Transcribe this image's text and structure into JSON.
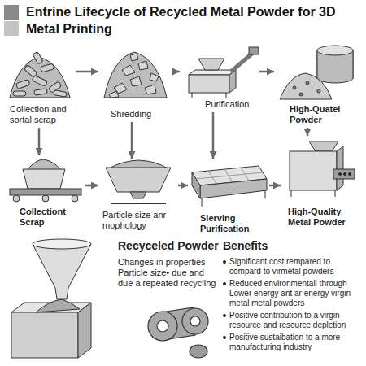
{
  "diagram": {
    "title": "Entrine Lifecycle of Recycled Metal Powder for 3D Metal Printing",
    "nodes": [
      {
        "text": [
          "Collection and sortal scrap"
        ]
      },
      {
        "text": [
          "Shredding"
        ]
      },
      {
        "text": [
          "Purification"
        ]
      },
      {
        "text": [
          "High-Quatel Powder"
        ]
      },
      {
        "text": [
          "Collectiont Scrap"
        ]
      },
      {
        "text": [
          "Particle size anr mophology"
        ]
      },
      {
        "text": [
          "Sierving Purification"
        ]
      },
      {
        "text": [
          "High-Quality Metal Powder"
        ]
      }
    ],
    "edges": [
      {
        "from": 0,
        "to": 1,
        "arrow": "to"
      },
      {
        "from": 1,
        "to": 2,
        "arrow": "to"
      },
      {
        "from": 2,
        "to": 3,
        "arrow": "to"
      },
      {
        "from": 0,
        "to": 4,
        "arrow": "to"
      },
      {
        "from": 1,
        "to": 5,
        "arrow": "to"
      },
      {
        "from": 2,
        "to": 6,
        "arrow": "to"
      },
      {
        "from": 3,
        "to": 7,
        "arrow": "to"
      },
      {
        "from": 4,
        "to": 5,
        "arrow": "to"
      },
      {
        "from": 5,
        "to": 6,
        "arrow": "to"
      },
      {
        "from": 6,
        "to": 7,
        "arrow": "to"
      }
    ],
    "labels": [
      "Recyceled Powder",
      "Changes in properties Particle size• due and due a repeated recycling",
      "Benefits",
      "Significant cost rempared to compard to virmetal powders",
      "Reduced environmentall through Lower energy ant ar energy virgin metal metal powders",
      "Positive contribution to a virgin resource and resource depletion",
      "Positive sustaibation to a more manufacturing industry"
    ]
  }
}
